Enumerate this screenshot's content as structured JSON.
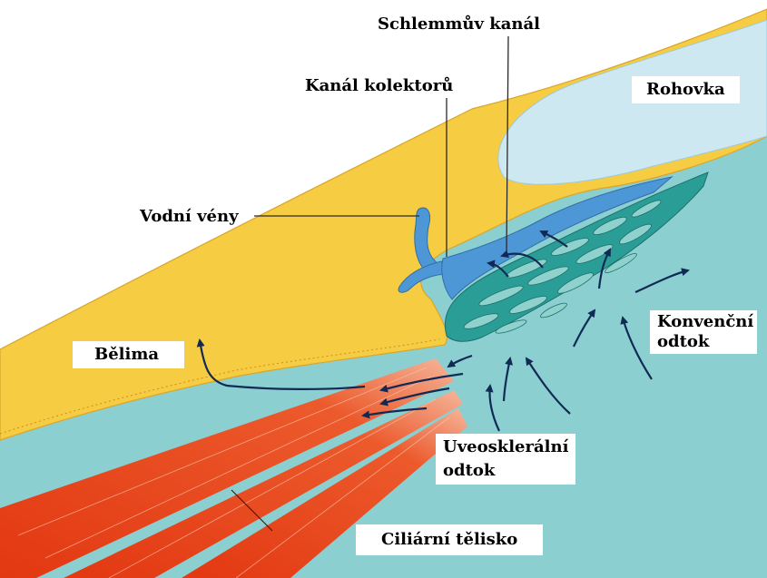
{
  "labels": {
    "schlemm": "Schlemmův kanál",
    "collector": "Kanál kolektorů",
    "cornea": "Rohovka",
    "aqueous_veins": "Vodní vény",
    "sclera": "Bělima",
    "conventional_1": "Konvenční",
    "conventional_2": "odtok",
    "uveoscleral_1": "Uveosklerální",
    "uveoscleral_2": "odtok",
    "ciliary": "Ciliární tělisko"
  },
  "colors": {
    "background": "#ffffff",
    "sclera": "#f6cc42",
    "cornea": "#cde8f1",
    "chamber": "#8ccfd0",
    "schlemm_canal": "#4e97d6",
    "trabecular": "#2b9d97",
    "muscle": "#e8401c",
    "arrow": "#112a55"
  },
  "icons": [
    "flow-arrow-icon"
  ]
}
